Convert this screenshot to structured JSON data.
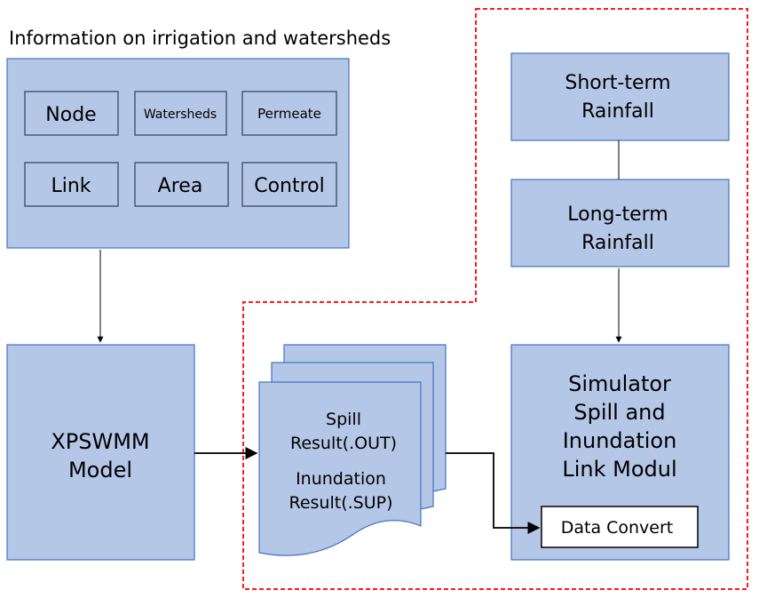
{
  "section_title": "Information on irrigation and watersheds",
  "info_items": [
    "Node",
    "Watersheds",
    "Permeate",
    "Link",
    "Area",
    "Control"
  ],
  "short_term": [
    "Short-term",
    "Rainfall"
  ],
  "long_term": [
    "Long-term",
    "Rainfall"
  ],
  "xpswmm": [
    "XPSWMM",
    "Model"
  ],
  "results": [
    "Spill",
    "Result(.OUT)",
    "Inundation",
    "Result(.SUP)"
  ],
  "simulator": [
    "Simulator",
    "Spill and",
    "Inundation",
    "Link Modul"
  ],
  "data_convert": "Data Convert"
}
